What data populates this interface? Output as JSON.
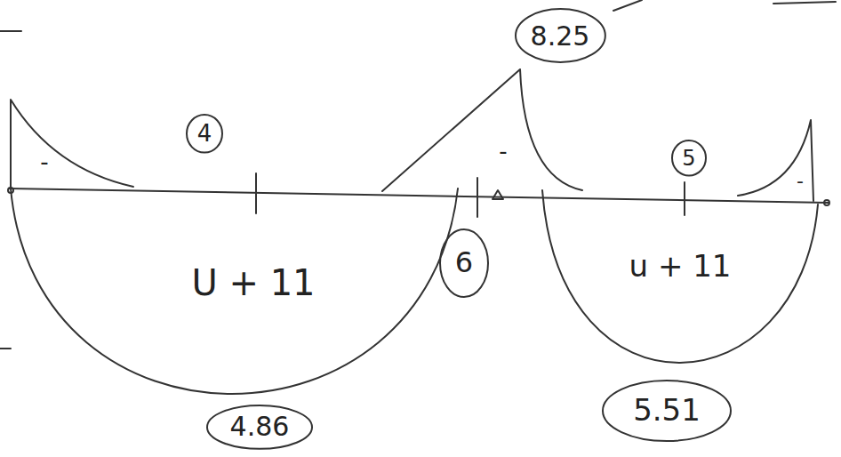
{
  "diagram": {
    "nodes": [
      {
        "text": [
          "8.25"
        ]
      },
      {
        "text": [
          "4"
        ]
      },
      {
        "text": [
          "5"
        ]
      },
      {
        "text": [
          "6"
        ]
      },
      {
        "text": [
          "4.86"
        ]
      },
      {
        "text": [
          "5.51"
        ]
      }
    ],
    "labels": [
      "-",
      "-",
      "-",
      "U + 11",
      "u + 11"
    ]
  }
}
